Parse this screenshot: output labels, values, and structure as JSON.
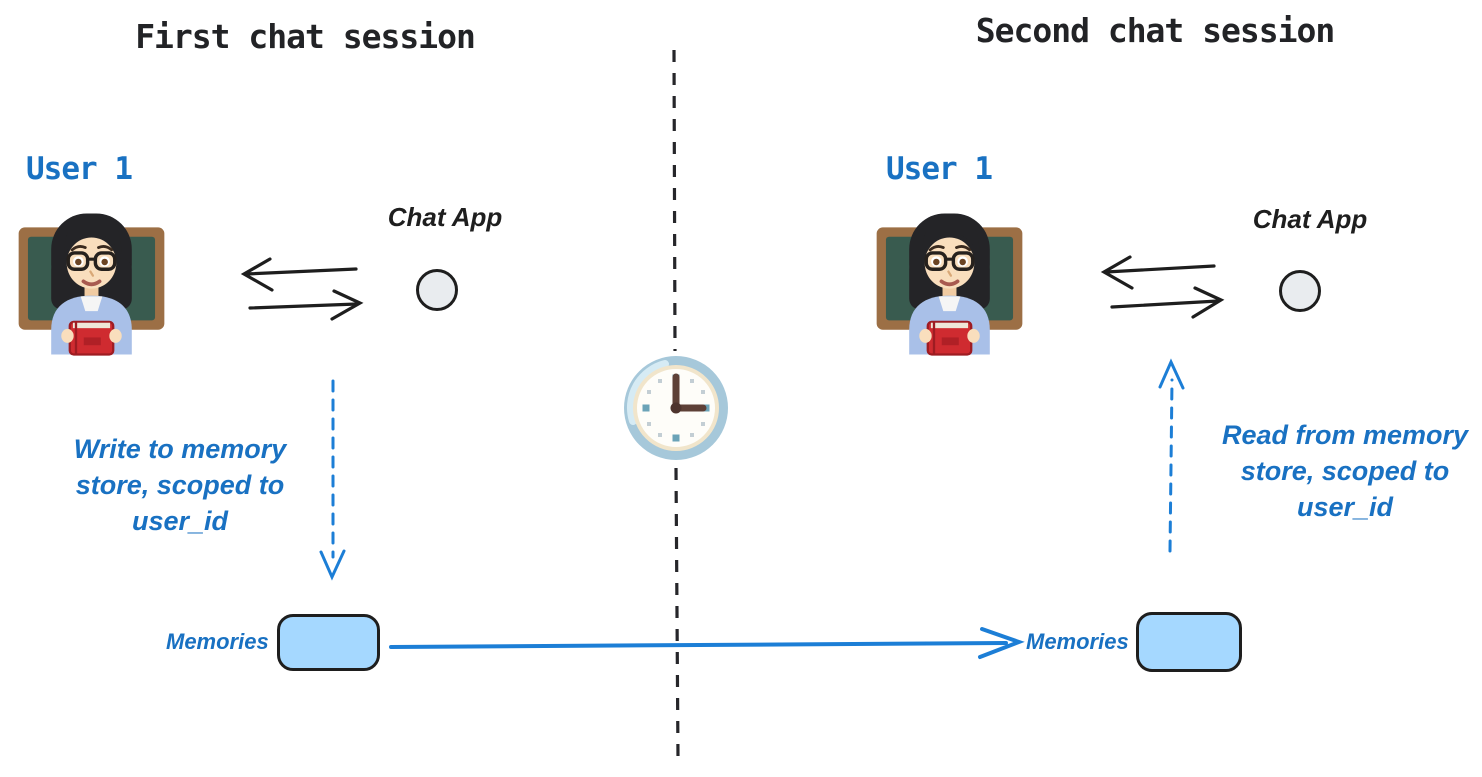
{
  "sessions": {
    "first": {
      "title": "First chat session",
      "user_label": "User 1",
      "user_icon": "woman-teacher-emoji",
      "app_label": "Chat App",
      "note_lines": [
        "Write to memory",
        "store, scoped to",
        "user_id"
      ],
      "memories_label": "Memories"
    },
    "second": {
      "title": "Second chat session",
      "user_label": "User 1",
      "user_icon": "woman-teacher-emoji",
      "app_label": "Chat App",
      "note_lines": [
        "Read from memory",
        "store, scoped to",
        "user_id"
      ],
      "memories_label": "Memories"
    }
  },
  "divider": {
    "icon": "clock-three-oclock",
    "style": "vertical-dashed-line"
  },
  "arrows": {
    "left_pair": "black bidirectional message arrows between user and chat app",
    "right_pair": "black bidirectional message arrows between user and chat app",
    "write_arrow": "blue dashed arrow down to memories",
    "read_arrow": "blue dashed arrow up from memories",
    "transfer_arrow": "blue solid arrow from first memories store to second memories store"
  },
  "colors": {
    "ink": "#1e1e1e",
    "accent_blue": "#1971c2",
    "arrow_blue": "#1c7ed6",
    "memories_fill": "#a5d8ff",
    "node_fill": "#e9ecef",
    "clock_ring": "#a6c8da",
    "clock_face": "#fefdf9",
    "clock_hands": "#5d4037"
  }
}
